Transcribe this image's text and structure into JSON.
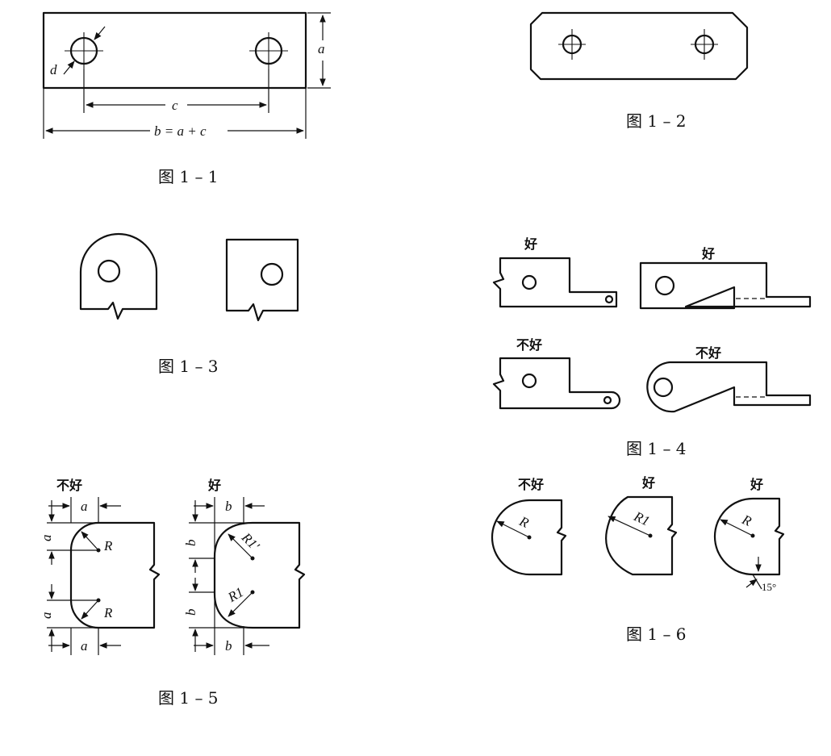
{
  "figures": {
    "f1_1": {
      "caption": "图 1 – 1",
      "dim_d": "d",
      "dim_a": "a",
      "dim_c": "c",
      "dim_b": "b = a + c"
    },
    "f1_2": {
      "caption": "图 1 – 2"
    },
    "f1_3": {
      "caption": "图 1 – 3"
    },
    "f1_4": {
      "caption": "图 1 – 4",
      "label_good_left": "好",
      "label_good_right": "好",
      "label_bad_left": "不好",
      "label_bad_right": "不好"
    },
    "f1_5": {
      "caption": "图 1 – 5",
      "label_bad": "不好",
      "label_good": "好",
      "dim_a": "a",
      "dim_b": "b",
      "radius_R": "R",
      "radius_R1p": "R1'",
      "radius_R1": "R1"
    },
    "f1_6": {
      "caption": "图 1 – 6",
      "label_bad": "不好",
      "label_good_mid": "好",
      "label_good_right": "好",
      "radius_R": "R",
      "radius_R1": "R1",
      "angle": "15°"
    }
  }
}
